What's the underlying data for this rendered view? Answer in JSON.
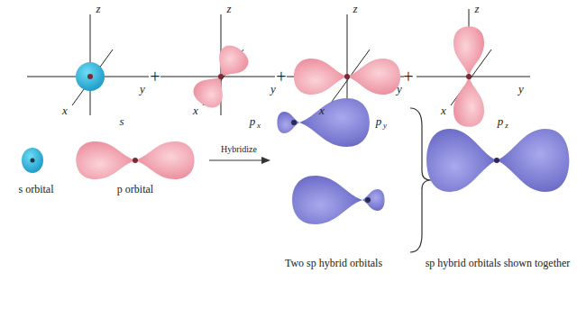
{
  "diagram": {
    "labels": [
      "z",
      "x",
      "y",
      "s",
      "z",
      "x",
      "y",
      "p",
      "x",
      "z",
      "x",
      "y",
      "p",
      "y",
      "z",
      "x",
      "y",
      "p",
      "z",
      "+",
      "+",
      "+",
      "s orbital",
      "p orbital",
      "Hybridize",
      "Two sp hybrid orbitals",
      "sp hybrid orbitals shown together"
    ]
  }
}
